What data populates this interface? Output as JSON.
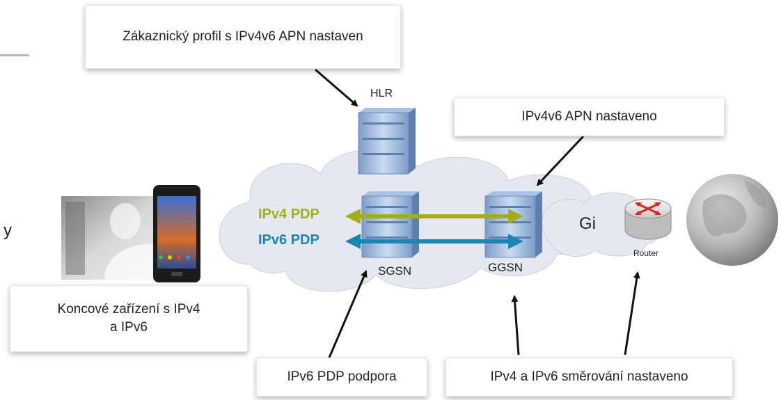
{
  "callouts": {
    "hlr_profile": "Zákaznický profil s IPv4v6 APN nastaven",
    "apn_set": "IPv4v6 APN nastaveno",
    "device": {
      "line1": "Koncové zařízení s IPv4",
      "line2": "a  IPv6"
    },
    "pdp_support": "IPv6 PDP podpora",
    "routing": "IPv4 a IPv6 směrování nastaveno"
  },
  "nodes": {
    "hlr": "HLR",
    "sgsn": "SGSN",
    "ggsn": "GGSN",
    "router": "Router",
    "gi": "Gi"
  },
  "contexts": {
    "ipv4": "IPv4 PDP",
    "ipv6": "IPv6 PDP"
  },
  "edge_text": "y",
  "colors": {
    "ipv4": "#a3ae1c",
    "ipv6": "#1a87b3",
    "server": "#8fb0d6",
    "router_arrows": "#e2231a",
    "cloud": "#e5e8ee"
  },
  "icons": [
    "server-icon",
    "router-icon",
    "globe-icon",
    "smartphone-icon"
  ]
}
